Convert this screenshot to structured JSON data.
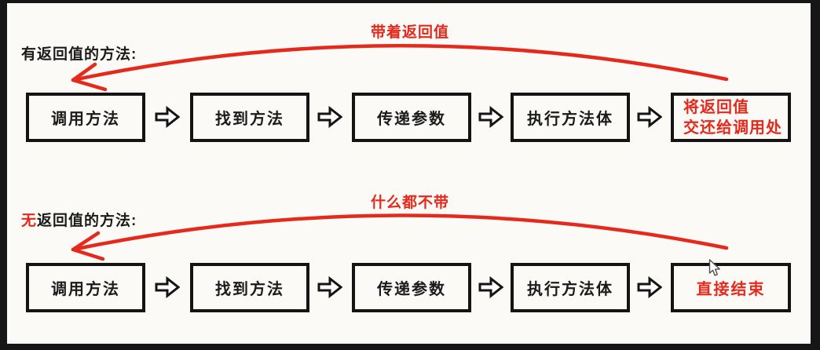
{
  "colors": {
    "accent_red": "#e5291c",
    "ink": "#1b1b1b",
    "box_border": "#141414",
    "background": "#fbfaf7",
    "frame": "#161616"
  },
  "rows": [
    {
      "title_accent": "",
      "title_rest": "有返回值的方法:",
      "curve_caption": "带着返回值",
      "boxes": [
        {
          "label": "调用方法"
        },
        {
          "label": "找到方法"
        },
        {
          "label": "传递参数"
        },
        {
          "label": "执行方法体"
        },
        {
          "label": "将返回值\n交还给调用处"
        }
      ]
    },
    {
      "title_accent": "无",
      "title_rest": "返回值的方法:",
      "curve_caption": "什么都不带",
      "boxes": [
        {
          "label": "调用方法"
        },
        {
          "label": "找到方法"
        },
        {
          "label": "传递参数"
        },
        {
          "label": "执行方法体"
        },
        {
          "label": "直接结束"
        }
      ]
    }
  ],
  "icons": {
    "step_arrow": "hollow-right-block-arrow",
    "return_curve": "red-curved-arrow-left",
    "cursor": "mouse-pointer"
  }
}
